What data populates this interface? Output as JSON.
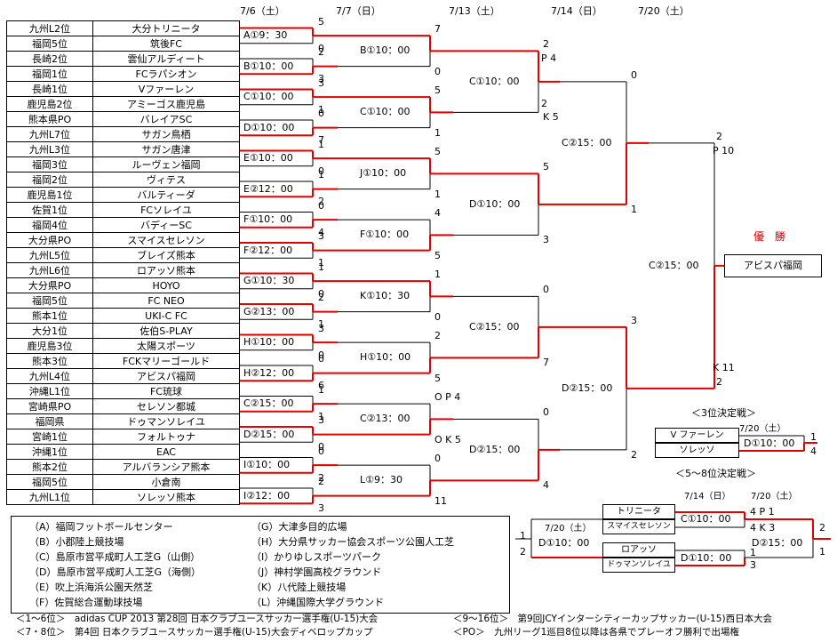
{
  "dates": {
    "d1": "7/6（土）",
    "d2": "7/7（日）",
    "d3": "7/13（土）",
    "d4": "7/14（日）",
    "d5": "7/20（土）"
  },
  "teams": [
    {
      "seed": "九州L2位",
      "name": "大分トリニータ"
    },
    {
      "seed": "福岡5位",
      "name": "筑後FC"
    },
    {
      "seed": "長崎2位",
      "name": "雲仙アルディート"
    },
    {
      "seed": "福岡1位",
      "name": "FCラパシオン"
    },
    {
      "seed": "長崎1位",
      "name": "Vファーレン"
    },
    {
      "seed": "鹿児島2位",
      "name": "アミーゴス鹿児島"
    },
    {
      "seed": "熊本県PO",
      "name": "バレイアSC"
    },
    {
      "seed": "九州L7位",
      "name": "サガン鳥栖"
    },
    {
      "seed": "九州L3位",
      "name": "サガン唐津"
    },
    {
      "seed": "福岡3位",
      "name": "ルーヴェン福岡"
    },
    {
      "seed": "福岡2位",
      "name": "ヴィテス"
    },
    {
      "seed": "鹿児島1位",
      "name": "バルティーダ"
    },
    {
      "seed": "佐賀1位",
      "name": "FCソレイユ"
    },
    {
      "seed": "福岡4位",
      "name": "バディーSC"
    },
    {
      "seed": "大分県PO",
      "name": "スマイスセレソン"
    },
    {
      "seed": "九州L5位",
      "name": "ブレイズ熊本"
    },
    {
      "seed": "九州L6位",
      "name": "ロアッソ熊本"
    },
    {
      "seed": "大分県PO",
      "name": "HOYO"
    },
    {
      "seed": "福岡5位",
      "name": "FC NEO"
    },
    {
      "seed": "熊本1位",
      "name": "UKI-C FC"
    },
    {
      "seed": "大分1位",
      "name": "佐伯S-PLAY"
    },
    {
      "seed": "鹿児島3位",
      "name": "太陽スポーツ"
    },
    {
      "seed": "熊本3位",
      "name": "FCKマリーゴールド"
    },
    {
      "seed": "九州L4位",
      "name": "アビスパ福岡"
    },
    {
      "seed": "沖縄L1位",
      "name": "FC琉球"
    },
    {
      "seed": "宮崎県PO",
      "name": "セレソン都城"
    },
    {
      "seed": "福岡県",
      "name": "ドゥマンソレイユ"
    },
    {
      "seed": "宮崎1位",
      "name": "フォルトゥナ"
    },
    {
      "seed": "沖縄1位",
      "name": "EAC"
    },
    {
      "seed": "熊本2位",
      "name": "アルバランシア熊本"
    },
    {
      "seed": "福岡5位",
      "name": "小倉南"
    },
    {
      "seed": "九州L1位",
      "name": "ソレッソ熊本"
    }
  ],
  "round1": [
    {
      "label": "A①9：30",
      "s1": "5",
      "s2": "0"
    },
    {
      "label": "B①10：00",
      "s1": "2",
      "s2": "3"
    },
    {
      "label": "C①10：00",
      "s1": "3",
      "s2": "1"
    },
    {
      "label": "D①10：00",
      "s1": "0",
      "s2": "7"
    },
    {
      "label": "E①10：00",
      "s1": "1",
      "s2": "0"
    },
    {
      "label": "E②12：00",
      "s1": "1",
      "s2": "2"
    },
    {
      "label": "F①10：00",
      "s1": "0",
      "s2": "4"
    },
    {
      "label": "F②12：00",
      "s1": "3",
      "s2": "1"
    },
    {
      "label": "G①10：30",
      "s1": "1",
      "s2": "0"
    },
    {
      "label": "G②13：00",
      "s1": "2",
      "s2": "1"
    },
    {
      "label": "H①10：00",
      "s1": "3",
      "s2": "0"
    },
    {
      "label": "H②12：00",
      "s1": "0",
      "s2": "6"
    },
    {
      "label": "C②15：00",
      "s1": "1",
      "s2": "1"
    },
    {
      "label": "D②15：00",
      "s1": "3",
      "s2": "0"
    },
    {
      "label": "I①10：00",
      "s1": "0",
      "s2": "2"
    },
    {
      "label": "I②12：00",
      "s1": "2",
      "s2": "3"
    }
  ],
  "round2": [
    {
      "label": "B①10：00",
      "s1": "7",
      "s2": "0"
    },
    {
      "label": "C①10：00",
      "s1": "5",
      "s2": "1"
    },
    {
      "label": "J①10：00",
      "s1": "5",
      "s2": "1"
    },
    {
      "label": "F①10：00",
      "s1": "4",
      "s2": "5"
    },
    {
      "label": "K①10：30",
      "s1": "1",
      "s2": "0"
    },
    {
      "label": "H①10：00",
      "s1": "2",
      "s2": "5"
    },
    {
      "label": "C②13：00",
      "s1": "O P 4",
      "s2": "O K 5"
    },
    {
      "label": "L①9：30",
      "s1": "0",
      "s2": "11"
    }
  ],
  "round3": [
    {
      "label": "C①10：00",
      "s1": "2",
      "s1b": "P 4",
      "s2": "K 5",
      "s2b": "2"
    },
    {
      "label": "D①10：00",
      "s1": "5",
      "s2": "3"
    },
    {
      "label": "C②15：00",
      "s1": "0",
      "s2": "7"
    },
    {
      "label": "D②15：00",
      "s1": "0",
      "s2": "4"
    }
  ],
  "round4": [
    {
      "label": "C②15：00",
      "s1": "0",
      "s2": "1"
    },
    {
      "label": "D②15：00",
      "s1": "3",
      "s2": "2"
    }
  ],
  "final": {
    "label": "C②15：00",
    "s1": "2",
    "s1b": "P 10",
    "s2": "K 11",
    "s2b": "2"
  },
  "champion": {
    "title": "優　勝",
    "name": "アビスパ福岡"
  },
  "third_place": {
    "title": "＜3位決定戦＞",
    "date": "7/20（土）",
    "team1": "V ファーレン",
    "team2": "ソレッソ",
    "label": "D①10：00",
    "s1": "1",
    "s2": "4"
  },
  "fifth_place": {
    "title": "＜5～8位決定戦＞",
    "date1": "7/14（日）",
    "date2": "7/20（土）",
    "left_date": "7/20（土）",
    "left_label": "D①10：00",
    "left_s1": "1",
    "left_s2": "2",
    "teams": [
      "トリニータ",
      "スマイスセレソン",
      "ロアッソ",
      "ドゥマンソレイユ"
    ],
    "match1": {
      "label": "C①10：00",
      "s1": "4 P 1",
      "s2": "4 K 3"
    },
    "match2": {
      "label": "D①10：00",
      "s1": "1",
      "s2": "3"
    },
    "final": {
      "label": "D②15：00",
      "s1": "2",
      "s2": "1"
    }
  },
  "venues_left": [
    "（A）福岡フットボールセンター",
    "（B）小郡陸上競技場",
    "（C）島原市営平成町人工芝G（山側）",
    "（D）島原市営平成町人工芝G（海側）",
    "（E）吹上浜海浜公園天然芝",
    "（F）佐賀総合運動球技場"
  ],
  "venues_right": [
    "（G）大津多目的広場",
    "（H）大分県サッカー協会スポーツ公園人工芝",
    "（I）かりゆしスポーツパーク",
    "（J）神村学園高校グラウンド",
    "（K）八代陸上競技場",
    "（L）沖縄国際大学グラウンド"
  ],
  "footnotes": [
    "＜1～6位＞　adidas CUP 2013 第28回 日本クラブユースサッカー選手権(U-15)大会",
    "＜9～16位＞　第9回JCYインターシティーカップサッカー(U-15)西日本大会",
    "＜7・8位＞　第4回 日本クラブユースサッカー選手権(U-15)大会ディベロップカップ",
    "＜PO＞　九州リーグ1巡目8位以降は各県でプレーオフ勝利で出場権"
  ],
  "colors": {
    "win_line": "#e00000",
    "line": "#000000"
  }
}
